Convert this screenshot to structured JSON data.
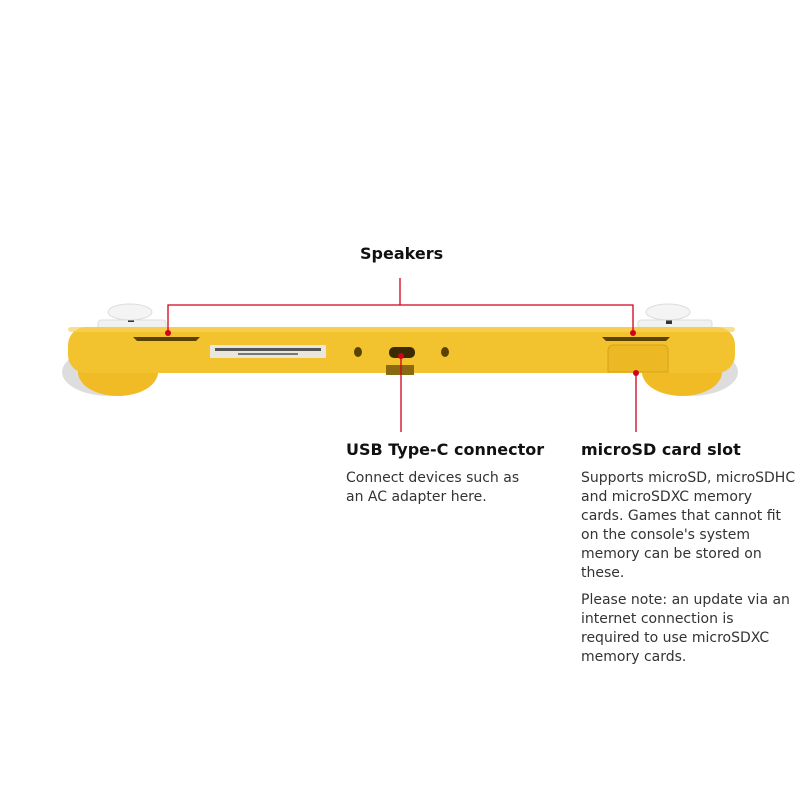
{
  "callouts": {
    "speakers": {
      "title": "Speakers"
    },
    "usb": {
      "title": "USB Type-C connector",
      "lines": [
        "Connect devices such as",
        "an AC adapter here."
      ]
    },
    "microsd": {
      "title": "microSD card slot",
      "lines": [
        "Supports microSD, microSDHC and",
        "microSDXC memory cards. Games that",
        "cannot fit on the console's system memory",
        "can be stored on these."
      ],
      "note_lines": [
        "Please note: an update via an internet",
        "connection is required to use microSDXC",
        "memory cards."
      ]
    }
  },
  "colors": {
    "accent": "#d0021b",
    "console": "#f2c12e"
  }
}
